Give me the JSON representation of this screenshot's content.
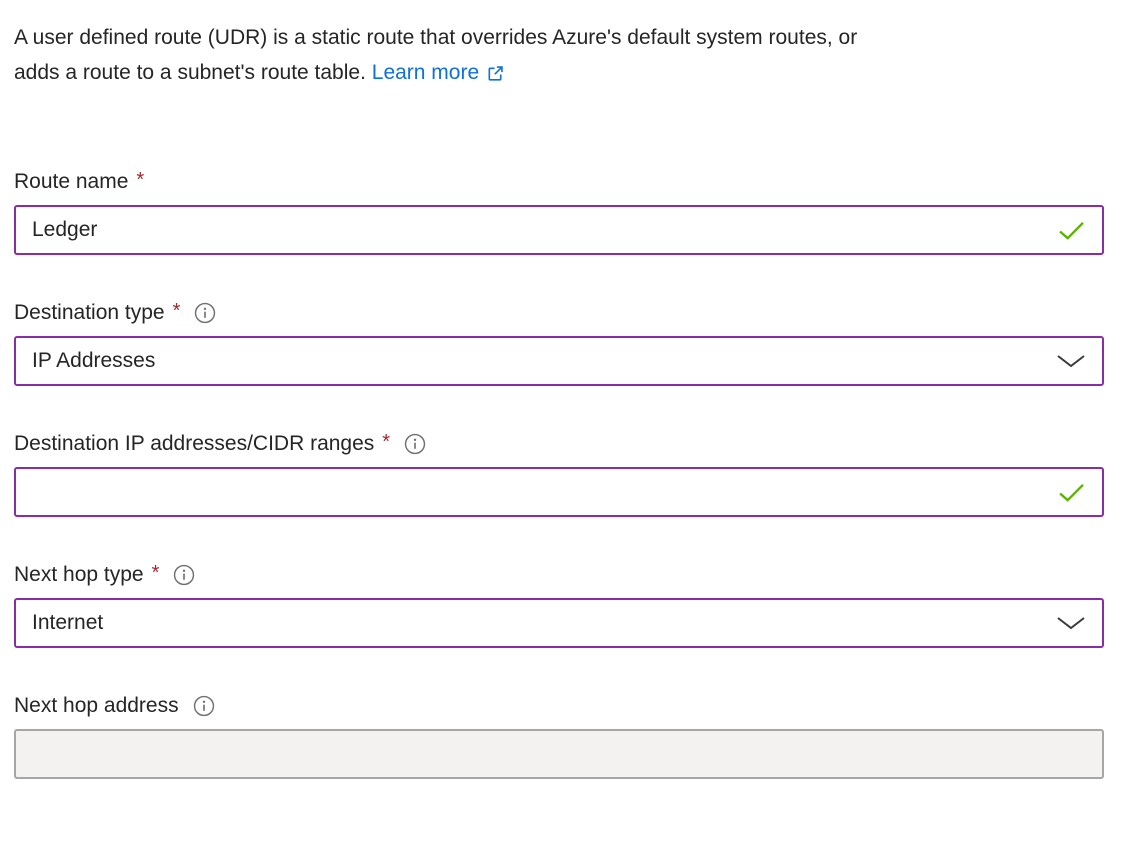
{
  "colors": {
    "accent_border": "#8A2DA5",
    "success_check": "#5CB200",
    "link": "#0E70D8",
    "required": "#A4262C",
    "disabled_bg": "#F3F2F1",
    "disabled_border": "#A6A6A6",
    "text": "#252525",
    "info_icon": "#707070"
  },
  "intro": {
    "line1": "A user defined route (UDR) is a static route that overrides Azure's default system routes, or",
    "line2": "adds a route to a subnet's route table.",
    "link_label": "Learn more",
    "link_icon": "external-link-icon"
  },
  "fields": [
    {
      "label": "Route name",
      "required_marker": "*",
      "type": "text",
      "value": "Ledger",
      "status_icon": "check-icon"
    },
    {
      "label": "Destination type",
      "required_marker": "*",
      "type": "dropdown",
      "value": "IP Addresses",
      "trailing_icon": "chevron-down-icon",
      "info_icon": "info-icon"
    },
    {
      "label": "Destination IP addresses/CIDR ranges",
      "required_marker": "*",
      "type": "text",
      "value": "",
      "status_icon": "check-icon",
      "info_icon": "info-icon"
    },
    {
      "label": "Next hop type",
      "required_marker": "*",
      "type": "dropdown",
      "value": "Internet",
      "trailing_icon": "chevron-down-icon",
      "info_icon": "info-icon"
    },
    {
      "label": "Next hop address",
      "type": "text-disabled",
      "value": "",
      "info_icon": "info-icon"
    }
  ]
}
